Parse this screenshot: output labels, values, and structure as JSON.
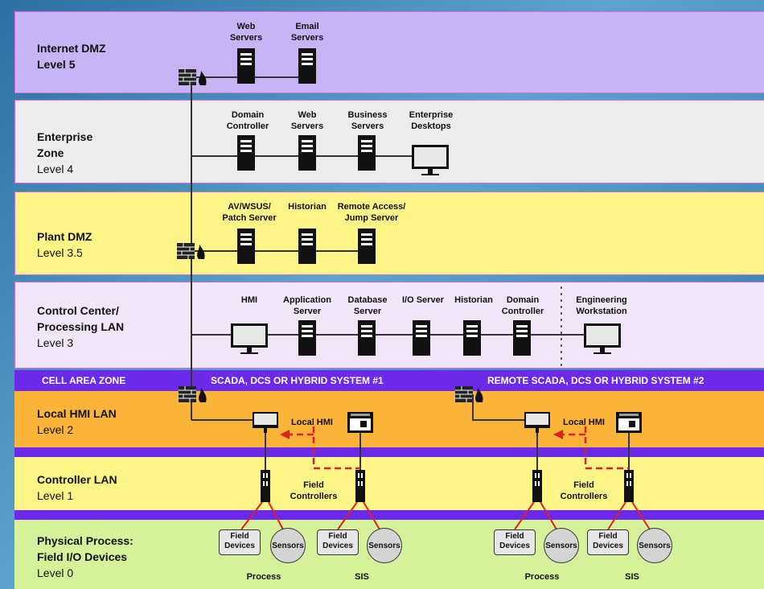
{
  "zones": {
    "l5": {
      "title": "Internet DMZ",
      "level": "Level 5"
    },
    "l4": {
      "title": "Enterprise\nZone",
      "level": "Level 4"
    },
    "l35": {
      "title": "Plant DMZ",
      "level": "Level 3.5"
    },
    "l3": {
      "title": "Control Center/\nProcessing LAN",
      "level": "Level 3"
    },
    "l2": {
      "title": "Local HMI LAN",
      "level": "Level 2"
    },
    "l1": {
      "title": "Controller LAN",
      "level": "Level 1"
    },
    "l0": {
      "title": "Physical Process:\nField I/O Devices",
      "level": "Level 0"
    }
  },
  "cell_zone": {
    "label": "CELL AREA ZONE",
    "system1": "SCADA, DCS OR HYBRID SYSTEM #1",
    "system2": "REMOTE SCADA, DCS OR HYBRID SYSTEM #2"
  },
  "l5_devices": {
    "web": "Web\nServers",
    "email": "Email\nServers"
  },
  "l4_devices": {
    "dc": "Domain\nController",
    "web": "Web\nServers",
    "biz": "Business\nServers",
    "desk": "Enterprise\nDesktops"
  },
  "l35_devices": {
    "av": "AV/WSUS/\nPatch Server",
    "hist": "Historian",
    "remote": "Remote Access/\nJump Server"
  },
  "l3_devices": {
    "hmi": "HMI",
    "app": "Application\nServer",
    "db": "Database\nServer",
    "io": "I/O Server",
    "hist": "Historian",
    "dc": "Domain\nController",
    "eng": "Engineering\nWorkstation"
  },
  "l2_labels": {
    "hmi1": "Local HMI",
    "hmi2": "Local HMI"
  },
  "l1_labels": {
    "fc1": "Field\nControllers",
    "fc2": "Field\nControllers"
  },
  "l0_labels": {
    "fd": "Field\nDevices",
    "sensors": "Sensors",
    "process1": "Process",
    "sis1": "SIS",
    "process2": "Process",
    "sis2": "SIS"
  },
  "colors": {
    "l5": "#c7b4f5",
    "l4": "#ececec",
    "l35": "#fdf587",
    "l3": "#f1e6f8",
    "l2": "#fbb43a",
    "l1": "#fdf587",
    "l0": "#d5f29a",
    "separator": "#6a2ae8",
    "border": "#d86bd8",
    "accent_arrow": "#e02020"
  }
}
